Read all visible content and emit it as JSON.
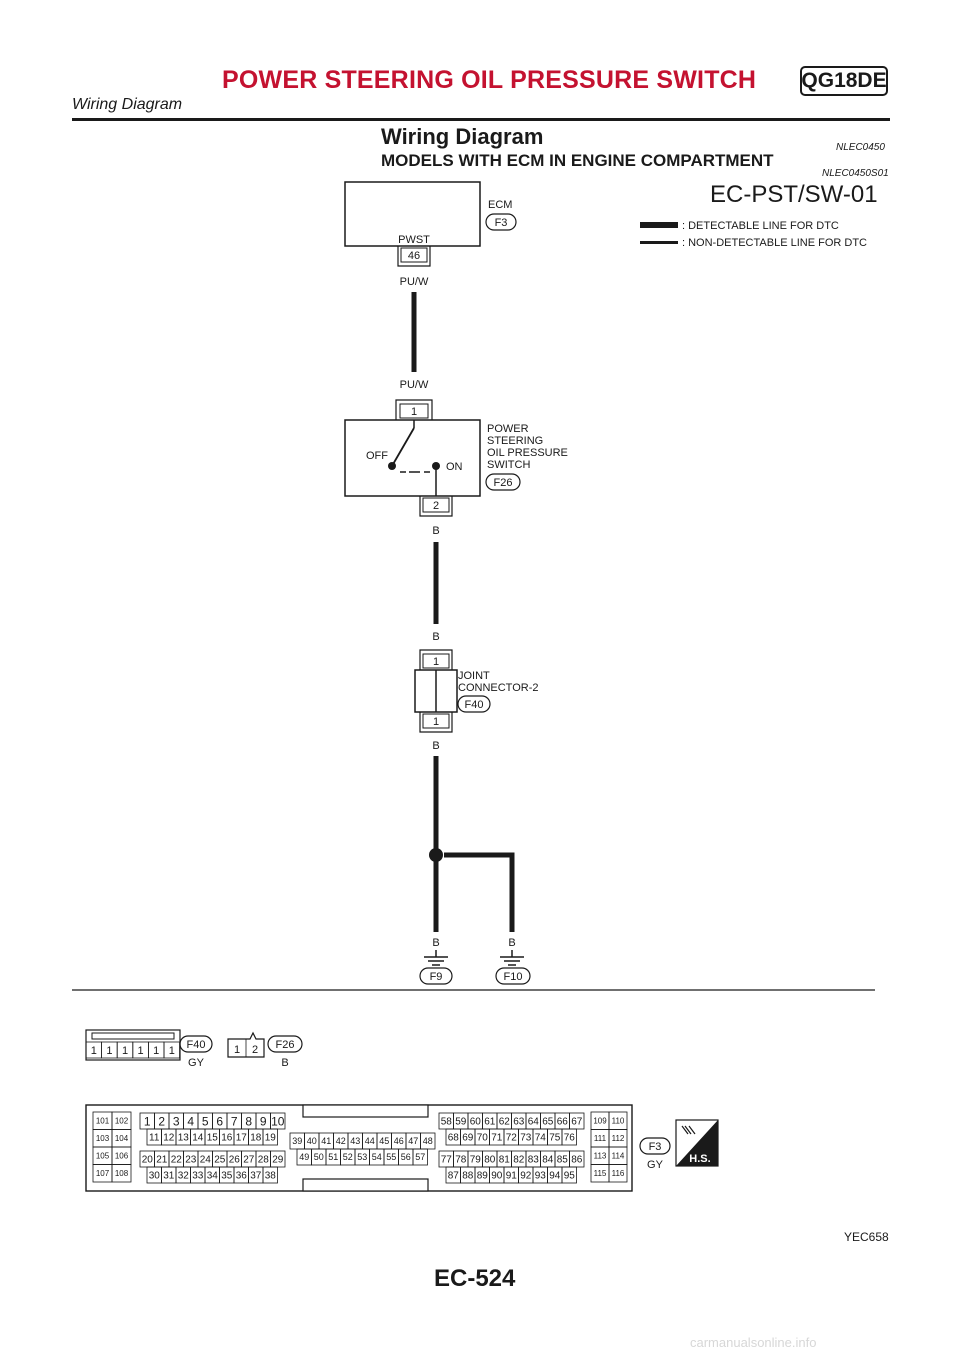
{
  "header": {
    "title": "POWER STEERING OIL PRESSURE SWITCH",
    "badge": "QG18DE",
    "subtitle": "Wiring Diagram"
  },
  "section": {
    "title": "Wiring Diagram",
    "title_code": "NLEC0450",
    "subtitle": "MODELS WITH ECM IN ENGINE COMPARTMENT",
    "subtitle_code": "NLEC0450S01"
  },
  "diagram": {
    "id": "EC-PST/SW-01",
    "legend": {
      "detectable": ": DETECTABLE LINE FOR DTC",
      "non_detectable": ": NON-DETECTABLE LINE FOR DTC"
    },
    "ecm": {
      "label": "ECM",
      "connector": "F3",
      "pin_name": "PWST",
      "pin": "46"
    },
    "wire_pu_w": "PU/W",
    "switch": {
      "label_lines": [
        "POWER",
        "STEERING",
        "OIL PRESSURE",
        "SWITCH"
      ],
      "connector": "F26",
      "pin_top": "1",
      "pin_bottom": "2",
      "off_label": "OFF",
      "on_label": "ON"
    },
    "wire_b": "B",
    "joint": {
      "label_lines": [
        "JOINT",
        "CONNECTOR-2"
      ],
      "connector": "F40",
      "pin_top": "1",
      "pin_bottom": "1"
    },
    "grounds": [
      "F9",
      "F10"
    ]
  },
  "connectors": {
    "f40": {
      "code": "F40",
      "color": "GY",
      "pins": [
        "1",
        "1",
        "1",
        "1",
        "1",
        "1"
      ]
    },
    "f26": {
      "code": "F26",
      "color": "B",
      "pins": [
        "1",
        "2"
      ]
    },
    "f3": {
      "code": "F3",
      "color": "GY",
      "left_pins": [
        "101",
        "102",
        "103",
        "104",
        "105",
        "106",
        "107",
        "108"
      ],
      "row1": [
        "1",
        "2",
        "3",
        "4",
        "5",
        "6",
        "7",
        "8",
        "9",
        "10"
      ],
      "row2": [
        "11",
        "12",
        "13",
        "14",
        "15",
        "16",
        "17",
        "18",
        "19"
      ],
      "row3": [
        "20",
        "21",
        "22",
        "23",
        "24",
        "25",
        "26",
        "27",
        "28",
        "29"
      ],
      "row4": [
        "30",
        "31",
        "32",
        "33",
        "34",
        "35",
        "36",
        "37",
        "38"
      ],
      "mid_row1": [
        "39",
        "40",
        "41",
        "42",
        "43",
        "44",
        "45",
        "46",
        "47",
        "48"
      ],
      "mid_row2": [
        "49",
        "50",
        "51",
        "52",
        "53",
        "54",
        "55",
        "56",
        "57"
      ],
      "right_row1": [
        "58",
        "59",
        "60",
        "61",
        "62",
        "63",
        "64",
        "65",
        "66",
        "67"
      ],
      "right_row2": [
        "68",
        "69",
        "70",
        "71",
        "72",
        "73",
        "74",
        "75",
        "76"
      ],
      "right_row3": [
        "77",
        "78",
        "79",
        "80",
        "81",
        "82",
        "83",
        "84",
        "85",
        "86"
      ],
      "right_row4": [
        "87",
        "88",
        "89",
        "90",
        "91",
        "92",
        "93",
        "94",
        "95"
      ],
      "far_right_pins": [
        "109",
        "110",
        "111",
        "112",
        "113",
        "114",
        "115",
        "116"
      ]
    },
    "hs_label": "H.S."
  },
  "footer": {
    "figure_code": "YEC658",
    "page_number": "EC-524",
    "watermark": "carmanualsonline.info"
  }
}
